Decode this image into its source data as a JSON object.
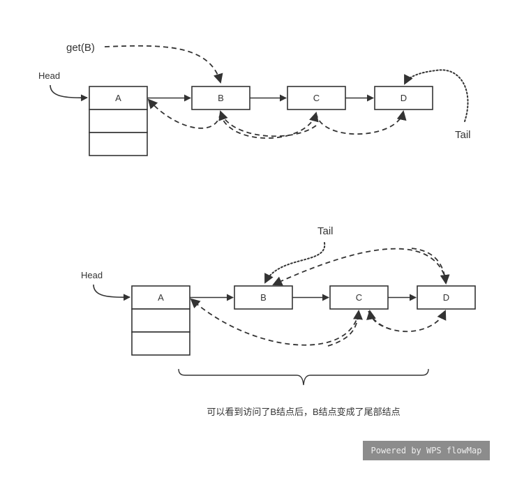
{
  "top": {
    "get_label": "get(B)",
    "head_label": "Head",
    "tail_label": "Tail",
    "nodes": [
      "A",
      "B",
      "C",
      "D"
    ]
  },
  "bottom": {
    "head_label": "Head",
    "tail_label": "Tail",
    "nodes": [
      "A",
      "B",
      "C",
      "D"
    ]
  },
  "caption": "可以看到访问了B结点后，B结点变成了尾部结点",
  "badge": "Powered by WPS flowMap",
  "colors": {
    "stroke": "#333333",
    "badge_bg": "#8c8c8c",
    "badge_text": "#eeeeee"
  }
}
